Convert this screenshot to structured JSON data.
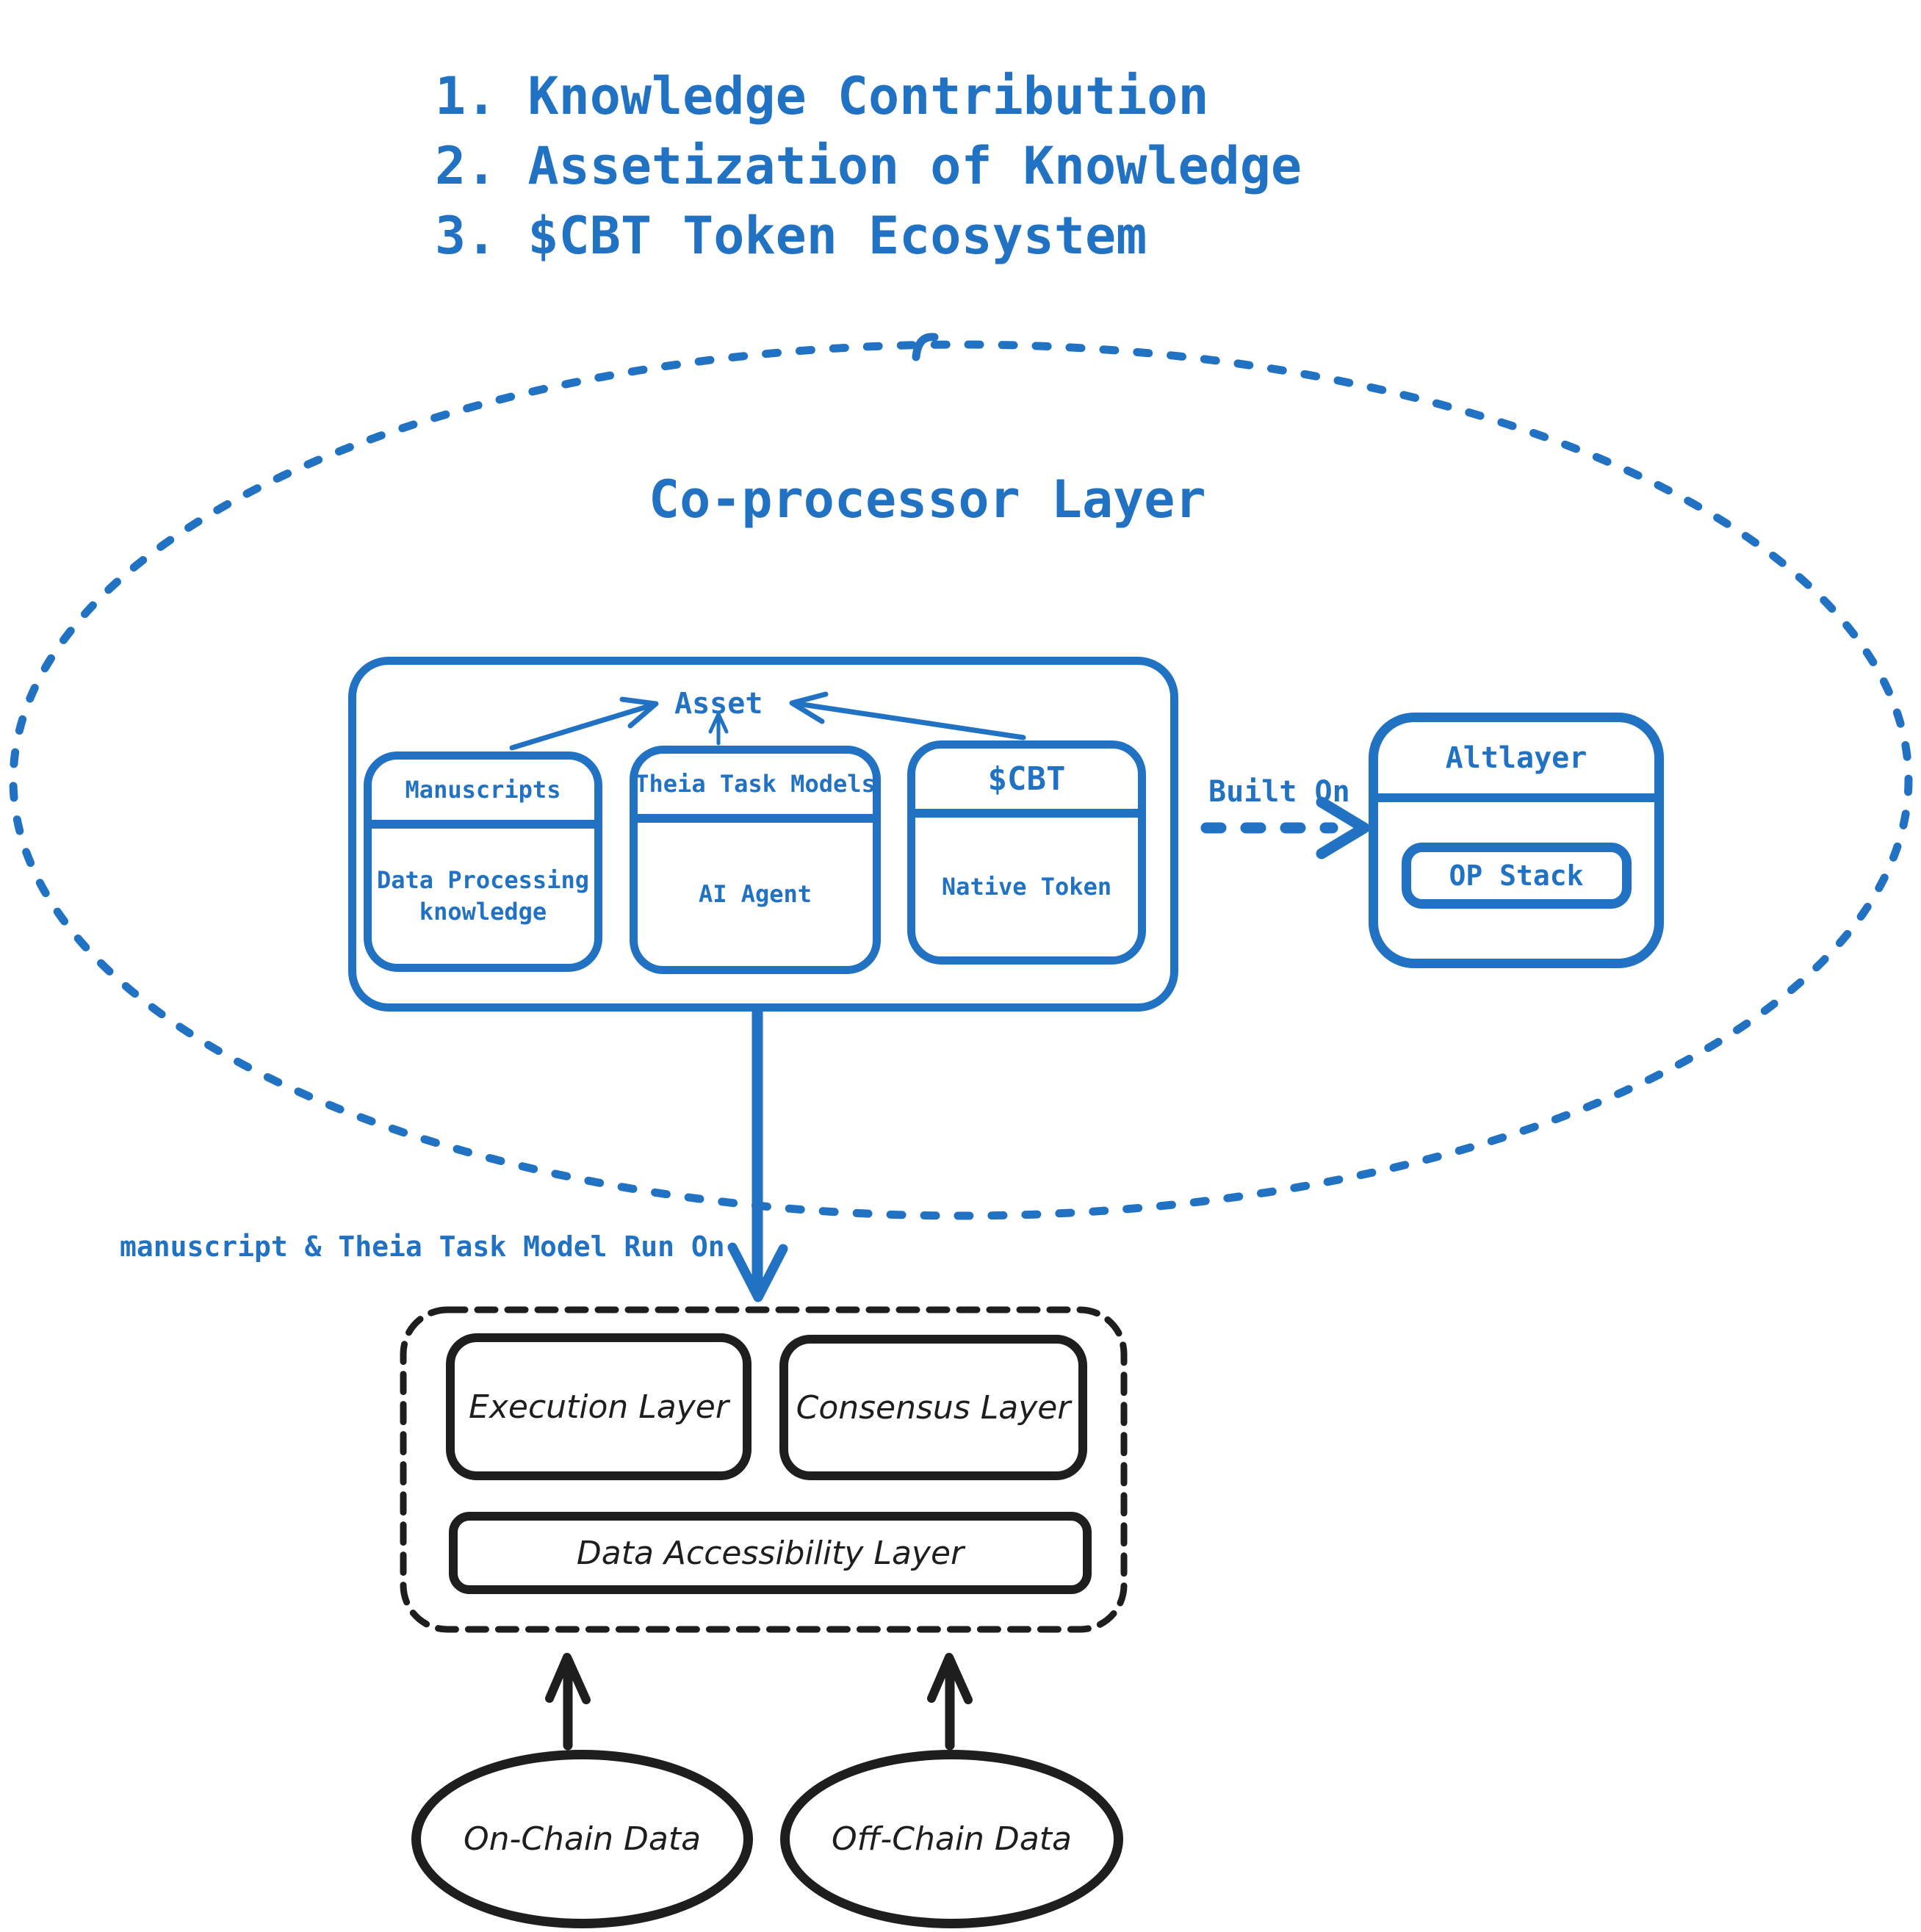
{
  "colors": {
    "diagram_blue": "#2272C3",
    "diagram_black": "#1E1E1E"
  },
  "intro_list": {
    "items": [
      "1. Knowledge Contribution",
      "2. Assetization of Knowledge",
      "3. $CBT Token Ecosystem"
    ]
  },
  "coprocessor_layer": {
    "title": "Co-processor Layer",
    "asset_label": "Asset",
    "cards": [
      {
        "header": "Manuscripts",
        "body": "Data Processing knowledge"
      },
      {
        "header": "Theia Task Models",
        "body": "AI Agent"
      },
      {
        "header": "$CBT",
        "body": "Native Token"
      }
    ],
    "built_on_label": "Built On",
    "altlayer_box": {
      "header": "Altlayer",
      "inner_label": "OP Stack"
    }
  },
  "run_on_label": "manuscript & Theia Task Model Run On",
  "blockchain_stack": {
    "execution_label": "Execution Layer",
    "consensus_label": "Consensus Layer",
    "data_accessibility_label": "Data Accessibility Layer"
  },
  "data_sources": {
    "on_chain_label": "On-Chain Data",
    "off_chain_label": "Off-Chain Data"
  }
}
